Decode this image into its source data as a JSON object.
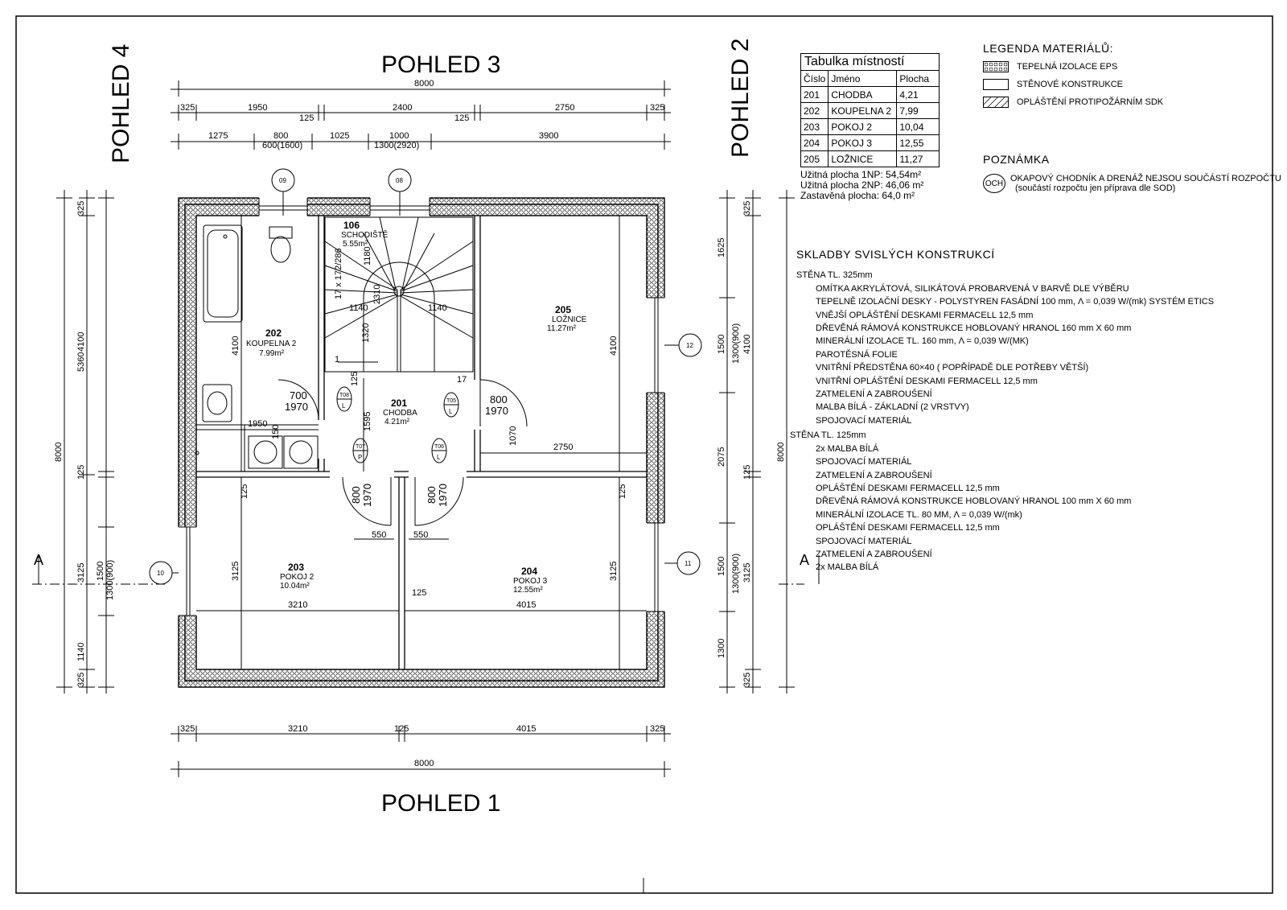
{
  "views": {
    "top": "POHLED 3",
    "bottom": "POHLED 1",
    "left": "POHLED 4",
    "right": "POHLED 2"
  },
  "room_table": {
    "title": "Tabulka místností",
    "headers": [
      "Číslo",
      "Jméno",
      "Plocha"
    ],
    "rows": [
      [
        "201",
        "CHODBA",
        "4,21"
      ],
      [
        "202",
        "KOUPELNA 2",
        "7,99"
      ],
      [
        "203",
        "POKOJ 2",
        "10,04"
      ],
      [
        "204",
        "POKOJ 3",
        "12,55"
      ],
      [
        "205",
        "LOŽNICE",
        "11,27"
      ]
    ]
  },
  "areas": [
    "Užitná plocha 1NP: 54,54m²",
    "Užitná plocha 2NP: 46,06 m²",
    "Zastavěná plocha: 64,0 m²"
  ],
  "legend": {
    "title": "LEGENDA MATERIÁLŮ:",
    "items": [
      {
        "label": "TEPELNÁ IZOLACE EPS",
        "pattern": "eps"
      },
      {
        "label": "STĚNOVÉ KONSTRUKCE",
        "pattern": "plain"
      },
      {
        "label": "OPLÁŠTĚNÍ PROTIPOŽÁRNÍM SDK",
        "pattern": "hatch"
      }
    ]
  },
  "note": {
    "title": "POZNÁMKA",
    "code": "OCH",
    "line1": "OKAPOVÝ CHODNÍK A DRENÁŽ NEJSOU SOUČÁSTÍ ROZPOČTU",
    "line2": "(součástí rozpočtu jen příprava dle SOD)"
  },
  "spec": {
    "title": "SKLADBY SVISLÝCH KONSTRUKCÍ",
    "wall1_title": "STĚNA TL. 325mm",
    "wall1": [
      "OMÍTKA AKRYLÁTOVÁ, SILIKÁTOVÁ PROBARVENÁ V BARVĚ DLE VÝBĚRU",
      "TEPELNĚ IZOLAČNÍ DESKY - POLYSTYREN FASÁDNÍ 100 mm, Λ = 0,039 W/(mk) SYSTÉM ETICS",
      "VNĚJŠÍ OPLÁŠTĚNÍ DESKAMI FERMACELL 12,5 mm",
      "DŘEVĚNÁ RÁMOVÁ KONSTRUKCE HOBLOVANÝ HRANOL 160 mm X 60 mm",
      "MINERÁLNÍ IZOLACE TL. 160 mm, Λ = 0,039 W/(MK)",
      "PAROTĚSNÁ FOLIE",
      "VNITŘNÍ PŘEDSTĚNA 60×40 ( POPŘÍPADĚ DLE POTŘEBY VĚTŠÍ)",
      "VNITŘNÍ OPLÁŠTĚNÍ DESKAMI FERMACELL 12,5 mm",
      "ZATMELENÍ A ZABROUŠENÍ",
      "MALBA BÍLÁ - ZÁKLADNÍ (2 VRSTVY)",
      "SPOJOVACÍ MATERIÁL"
    ],
    "wall2_title": "STĚNA TL. 125mm",
    "wall2": [
      "2x MALBA BÍLÁ",
      "SPOJOVACÍ MATERIÁL",
      "ZATMELENÍ A ZABROUŠENÍ",
      "OPLÁŠTĚNÍ DESKAMI FERMACELL 12,5 mm",
      "DŘEVĚNÁ RÁMOVÁ KONSTRUKCE HOBLOVANÝ HRANOL 100 mm X 60 mm",
      "MINERÁLNÍ IZOLACE TL. 80 MM, Λ = 0,039 W/(mk)",
      "OPLÁŠTĚNÍ DESKAMI FERMACELL 12,5 mm",
      "SPOJOVACÍ MATERIÁL",
      "ZATMELENÍ A ZABROUŠENÍ",
      "2x MALBA BÍLÁ"
    ]
  },
  "rooms": {
    "r202": {
      "num": "202",
      "name": "KOUPELNA 2",
      "area": "7.99m²"
    },
    "r106": {
      "num": "106",
      "name": "SCHODIŠTĚ",
      "area": "5.55m²"
    },
    "r205": {
      "num": "205",
      "name": "LOŽNICE",
      "area": "11.27m²"
    },
    "r201": {
      "num": "201",
      "name": "CHODBA",
      "area": "4.21m²"
    },
    "r203": {
      "num": "203",
      "name": "POKOJ 2",
      "area": "10.04m²"
    },
    "r204": {
      "num": "204",
      "name": "POKOJ 3",
      "area": "12.55m²"
    }
  },
  "dims": {
    "top_total": "8000",
    "top_row2": [
      "325",
      "1950",
      "125",
      "2400",
      "125",
      "2750",
      "325"
    ],
    "top_row3": [
      "1275",
      "800",
      "600(1600)",
      "1025",
      "1000",
      "1300(2920)",
      "3900"
    ],
    "bottom_row1": [
      "325",
      "3210",
      "125",
      "4015",
      "325"
    ],
    "bottom_total": "8000",
    "left_total": "8000",
    "left_col2": [
      "325",
      "5360",
      "1140",
      "325"
    ],
    "left_col3": [
      "4100",
      "125",
      "3125",
      "1500",
      "1300(900)"
    ],
    "right_total": "8000",
    "right_col2": [
      "325",
      "4100",
      "125",
      "3125",
      "325"
    ],
    "right_col3": [
      "1625",
      "1500",
      "1300(900)",
      "2075",
      "1500",
      "1300(900)",
      "1300"
    ],
    "interior": {
      "d4100a": "4100",
      "d4100b": "4100",
      "d1950": "1950",
      "d150": "150",
      "d3125a": "3125",
      "d3125b": "3125",
      "d3125c": "3125",
      "d125a": "125",
      "d125b": "125",
      "d125c": "125",
      "d125d": "125",
      "d3210": "3210",
      "d4015": "4015",
      "d2750": "2750",
      "d1070": "1070",
      "d1595": "1595",
      "d550a": "550",
      "d550b": "550",
      "d1140a": "1140",
      "d1140b": "1140",
      "d1320": "1320",
      "d2310": "2310",
      "d1180": "1180",
      "d17": "17",
      "d1": "1",
      "d17x172": "17 x 172/286"
    },
    "doors": {
      "t08": {
        "code": "T08",
        "side": "L",
        "w": "700",
        "h": "1970"
      },
      "t05": {
        "code": "T05",
        "side": "L",
        "w": "800",
        "h": "1970"
      },
      "t07": {
        "code": "T07",
        "side": "P",
        "w": "800",
        "h": "1970"
      },
      "t06": {
        "code": "T06",
        "side": "L",
        "w": "800",
        "h": "1970"
      }
    }
  },
  "windows": [
    "09",
    "08",
    "12",
    "10",
    "11"
  ],
  "section_mark": "A"
}
